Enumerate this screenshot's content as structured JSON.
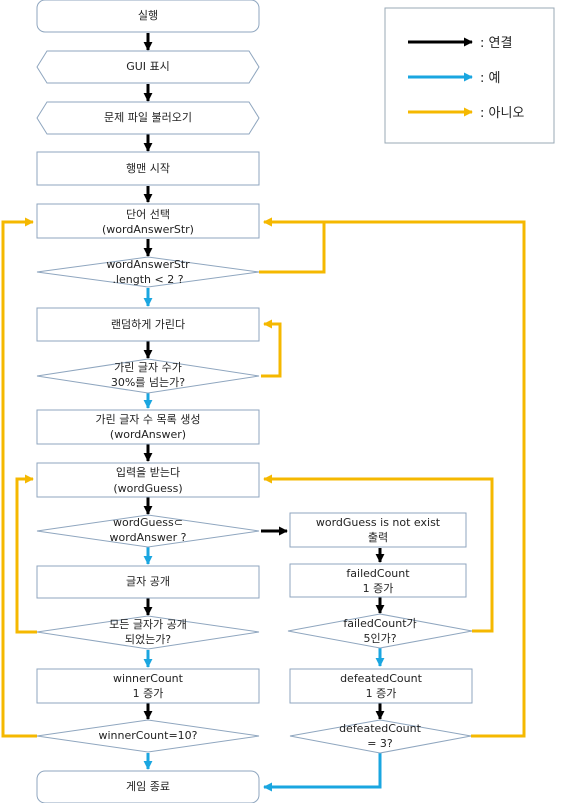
{
  "colors": {
    "connect": "#000000",
    "yes": "#1aa6e0",
    "no": "#f5b800",
    "node_fill": "#ffffff",
    "node_stroke": "#8fa6bf",
    "legend_stroke": "#9aa8b6"
  },
  "legend": {
    "connect": ": 연결",
    "yes": ": 예",
    "no": ": 아니오"
  },
  "nodes": {
    "run": "실행",
    "gui": "GUI 표시",
    "load": "문제 파일 불러오기",
    "start": "행맨 시작",
    "select_1": "단어 선택",
    "select_2": "(wordAnswerStr)",
    "check_len_1": "wordAnswerStr",
    "check_len_2": ".length < 2 ?",
    "hide": "랜덤하게 가린다",
    "check_pct_1": "가린 글자 수가",
    "check_pct_2": "30%를 넘는가?",
    "make_list_1": "가린 글자 수 목록 생성",
    "make_list_2": "(wordAnswer)",
    "input_1": "입력을 받는다",
    "input_2": "(wordGuess)",
    "check_guess_1": "wordGuess⊂",
    "check_guess_2": "wordAnswer ?",
    "reveal": "글자 공개",
    "check_all_1": "모든 글자가 공개",
    "check_all_2": "되었는가?",
    "winner_1": "winnerCount",
    "winner_2": "1 증가",
    "check_win": "winnerCount=10?",
    "end": "게임 종료",
    "not_exist_1": "wordGuess is not exist",
    "not_exist_2": "출력",
    "failed_1": "failedCount",
    "failed_2": "1 증가",
    "check_fail_1": "failedCount가",
    "check_fail_2": "5인가?",
    "defeated_1": "defeatedCount",
    "defeated_2": "1 증가",
    "check_def_1": "defeatedCount",
    "check_def_2": "= 3?"
  }
}
